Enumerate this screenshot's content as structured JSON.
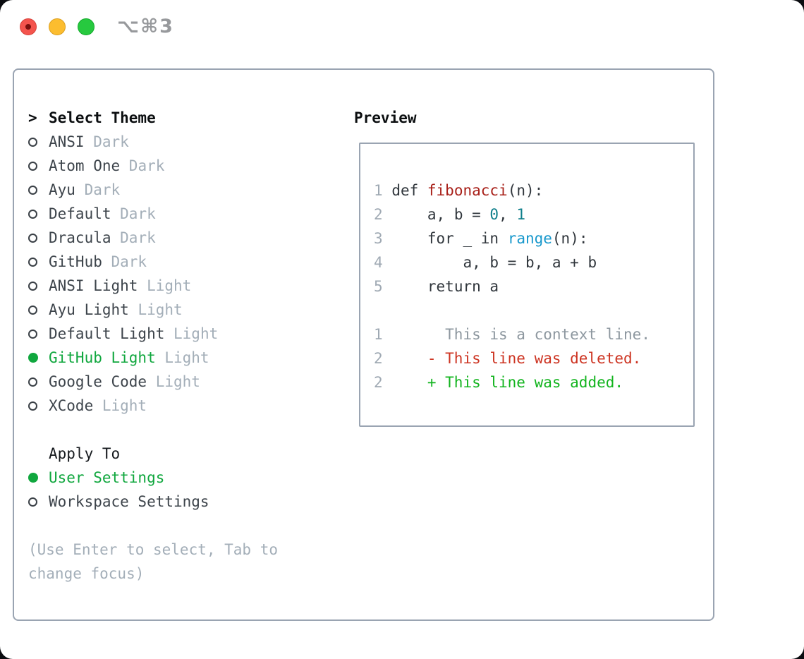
{
  "window": {
    "shortcut_label": "⌥⌘3",
    "traffic_lights": [
      "close",
      "minimize",
      "zoom"
    ]
  },
  "theme_selector": {
    "cursor": ">",
    "title": "Select Theme",
    "themes": [
      {
        "name": "ANSI",
        "tag": "Dark",
        "selected": false
      },
      {
        "name": "Atom One",
        "tag": "Dark",
        "selected": false
      },
      {
        "name": "Ayu",
        "tag": "Dark",
        "selected": false
      },
      {
        "name": "Default",
        "tag": "Dark",
        "selected": false
      },
      {
        "name": "Dracula",
        "tag": "Dark",
        "selected": false
      },
      {
        "name": "GitHub",
        "tag": "Dark",
        "selected": false
      },
      {
        "name": "ANSI Light",
        "tag": "Light",
        "selected": false
      },
      {
        "name": "Ayu Light",
        "tag": "Light",
        "selected": false
      },
      {
        "name": "Default Light",
        "tag": "Light",
        "selected": false
      },
      {
        "name": "GitHub Light",
        "tag": "Light",
        "selected": true
      },
      {
        "name": "Google Code",
        "tag": "Light",
        "selected": false
      },
      {
        "name": "XCode",
        "tag": "Light",
        "selected": false
      }
    ],
    "apply_to": {
      "title": "Apply To",
      "options": [
        {
          "label": "User Settings",
          "selected": true
        },
        {
          "label": "Workspace Settings",
          "selected": false
        }
      ]
    },
    "help_text": "(Use Enter to select, Tab to change focus)"
  },
  "preview": {
    "title": "Preview",
    "code_lines": [
      {
        "num": "1",
        "tokens": [
          {
            "t": "def ",
            "c": "code"
          },
          {
            "t": "fibonacci",
            "c": "function"
          },
          {
            "t": "(n):",
            "c": "code"
          }
        ]
      },
      {
        "num": "2",
        "tokens": [
          {
            "t": "    a, b = ",
            "c": "code"
          },
          {
            "t": "0",
            "c": "number"
          },
          {
            "t": ", ",
            "c": "code"
          },
          {
            "t": "1",
            "c": "number"
          }
        ]
      },
      {
        "num": "3",
        "tokens": [
          {
            "t": "    for _ in ",
            "c": "code"
          },
          {
            "t": "range",
            "c": "builtin"
          },
          {
            "t": "(n):",
            "c": "code"
          }
        ]
      },
      {
        "num": "4",
        "tokens": [
          {
            "t": "        a, b = b, a + b",
            "c": "code"
          }
        ]
      },
      {
        "num": "5",
        "tokens": [
          {
            "t": "    return a",
            "c": "code"
          }
        ]
      }
    ],
    "diff_lines": [
      {
        "num": "1",
        "text": "      This is a context line.",
        "c": "context"
      },
      {
        "num": "2",
        "text": "    - This line was deleted.",
        "c": "deleted"
      },
      {
        "num": "2",
        "text": "    + This line was added.",
        "c": "added"
      }
    ]
  },
  "colors": {
    "selected_green": "#10a73e",
    "function_red": "#a82019",
    "number_teal": "#0f7f8b",
    "builtin_blue": "#1898cc",
    "diff_deleted": "#cd3422",
    "diff_added": "#12b41e",
    "diff_context": "#8d979f",
    "code_default": "#30363c",
    "line_number": "#9fa9b3",
    "muted": "#a3aeb8",
    "item_dark": "#3d444b",
    "panel_border": "#9aa4b2",
    "traffic_red": "#f4544d",
    "traffic_yellow": "#fcbd2f",
    "traffic_green": "#27c93f"
  }
}
